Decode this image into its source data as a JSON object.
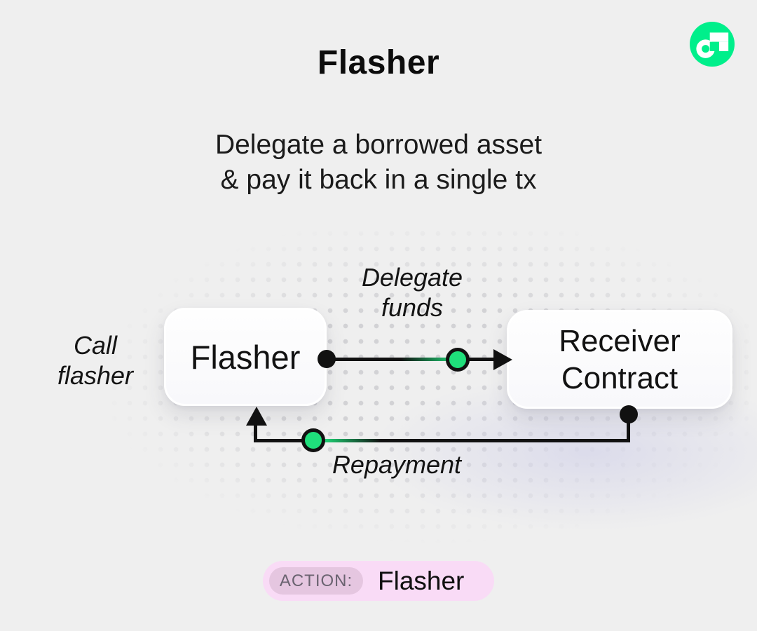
{
  "header": {
    "title": "Flasher",
    "subtitle": {
      "line1": "Delegate a borrowed asset",
      "line2": "& pay it back in a single tx"
    }
  },
  "logo": {
    "name": "flow-logo",
    "green": "#00ef8b"
  },
  "diagram": {
    "call_label": {
      "line1": "Call",
      "line2": "flasher"
    },
    "flasher_box": {
      "label": "Flasher"
    },
    "receiver_box": {
      "line1": "Receiver",
      "line2": "Contract"
    },
    "delegate_label": {
      "line1": "Delegate",
      "line2": "funds"
    },
    "repayment_label": "Repayment",
    "colors": {
      "arrow_black": "#111111",
      "token_green": "#1fdf7b",
      "node_fill": "#fdfdfe",
      "dot_grid": "#d2d2d5",
      "background": "#efefef"
    }
  },
  "action_bar": {
    "label": "ACTION:",
    "value": "Flasher",
    "colors": {
      "badge_bg": "#f9dbf6",
      "chip_bg": "#e5c6e0",
      "label_text": "#6a6370"
    }
  }
}
